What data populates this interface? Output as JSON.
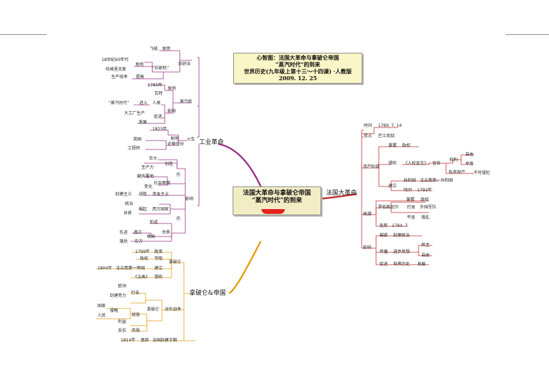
{
  "title": {
    "line1": "心智图：法国大革命与拿破仑帝国",
    "line2": "“蒸汽时代”的到来",
    "line3": "世界历史(九年级上第十三～十四课) ·人教版",
    "line4": "2009. 12. 25"
  },
  "center": {
    "line1": "法国大革命与拿破仑帝国",
    "line2": "“蒸汽时代”的到来"
  },
  "branches": {
    "industrial": "工业革命",
    "french": "法国大革命",
    "napoleon": "拿破仑&帝国"
  },
  "industrial": {
    "feisuo": "飞梭",
    "faming1": "发明",
    "fangzhi": "纺织业",
    "c18_60": "18世纪60年代",
    "faming2": "发明",
    "zhenni": "“珍妮机”",
    "hagelifusi": "哈格里夫斯",
    "shengchan_xiaolv": "生产效率",
    "tigao": "提高",
    "y1785": "1785年",
    "faming3": "发明",
    "wate": "瓦特",
    "zhengqiji": "蒸汽机",
    "zhengqi_shidai": "“蒸汽时代”",
    "jinru": "进入",
    "renlei": "人类",
    "yingxiang1": "影响",
    "dagongchang": "大工厂生产",
    "cujin": "促进",
    "fazhan1": "发展",
    "y1825": "1825年",
    "faming4": "发明",
    "shidifenxun": "史蒂芬孙",
    "huoche": "火车",
    "yingguo": "英国",
    "gongchengshi": "工程师",
    "juda": "巨大",
    "chuangzao": "创造",
    "shengchanli": "生产力",
    "num1": "①",
    "num2": "②",
    "pingmin": "翻天覆地",
    "shehui_mianmao": "社会面貌",
    "bianhua": "变化",
    "fengjian": "封建主义",
    "zhansheng": "战胜",
    "zibenzhuyi": "资本主义",
    "tongzhi": "统治",
    "jueqi": "崛起",
    "xifang_guojia": "西方国家",
    "shijie1": "世界",
    "yingxiang2": "影响",
    "xingcheng": "形成",
    "xianjin": "先进",
    "xifang": "西方",
    "geju": "格局",
    "shijie2": "世界",
    "luohou": "落后",
    "dongfang": "东方"
  },
  "french": {
    "shijian": "时间",
    "date1": "1789. 7. 14",
    "tuopo": "攻占",
    "bashidi": "巴士底狱",
    "zhangwo1": "掌握",
    "zhengquan1": "政权",
    "zichan_jieji": "资产阶级",
    "banbu": "颁布",
    "renquan": "《人权宣言》",
    "xuangao": "宣告",
    "quanli": "权利",
    "ziyou1": "自由",
    "pingdeng": "平等",
    "siyou": "私有财产",
    "bukeqinfan": "不可侵犯",
    "jianli": "建立",
    "gonghe": "共和国",
    "fa_di1": "法兰西第一共和国",
    "shijian2": "时间",
    "y1792": "1792年",
    "zhangwo2": "掌握",
    "zhengquan2": "政权",
    "luobosibier": "罗伯斯庇尔",
    "daji": "打退",
    "waiguo": "外国军队",
    "gaochao": "高潮",
    "pingxi": "平息",
    "panluan": "叛乱",
    "xingxing": "处死",
    "date2": "1794. 7",
    "yingxiang": "影响",
    "cuihui": "摧毁",
    "fengjian_tongzhi": "封建统治",
    "chuanbo": "传播",
    "jinbu_sixiang": "进步思想",
    "minzhu": "民主",
    "ziyou2": "自由",
    "cujin": "促进",
    "shijie_lishi": "世界历史",
    "fazhan": "发展"
  },
  "napoleon": {
    "y1799": "1799年",
    "zhengbian": "政变",
    "zhengquan": "政权",
    "duoqu": "夺取",
    "y1804": "1804年",
    "fa_di1": "法兰西第一帝国",
    "jianli": "建立",
    "fadian": "《法典》",
    "banbu": "颁布",
    "napolun": "拿破仑",
    "ouzhou": "欧洲",
    "fengjian_shili": "封建势力",
    "daji": "打击",
    "guojia": "国家",
    "renmin": "人民",
    "qinlve": "侵略",
    "duiwai": "对外战争",
    "nuliu": "奴役",
    "liyi": "利益",
    "fankang": "反抗",
    "shibai": "失败",
    "y1814": "1814年",
    "fubi": "复辟",
    "fengjian_wangchao": "法国封建王朝"
  },
  "colors": {
    "industrial": "#9a2d85",
    "french": "#c0292a",
    "napoleon": "#e39a12",
    "title_bg": "#fbf6c7",
    "center_bg": "#f2edc4",
    "center_tab": "#e52222"
  }
}
